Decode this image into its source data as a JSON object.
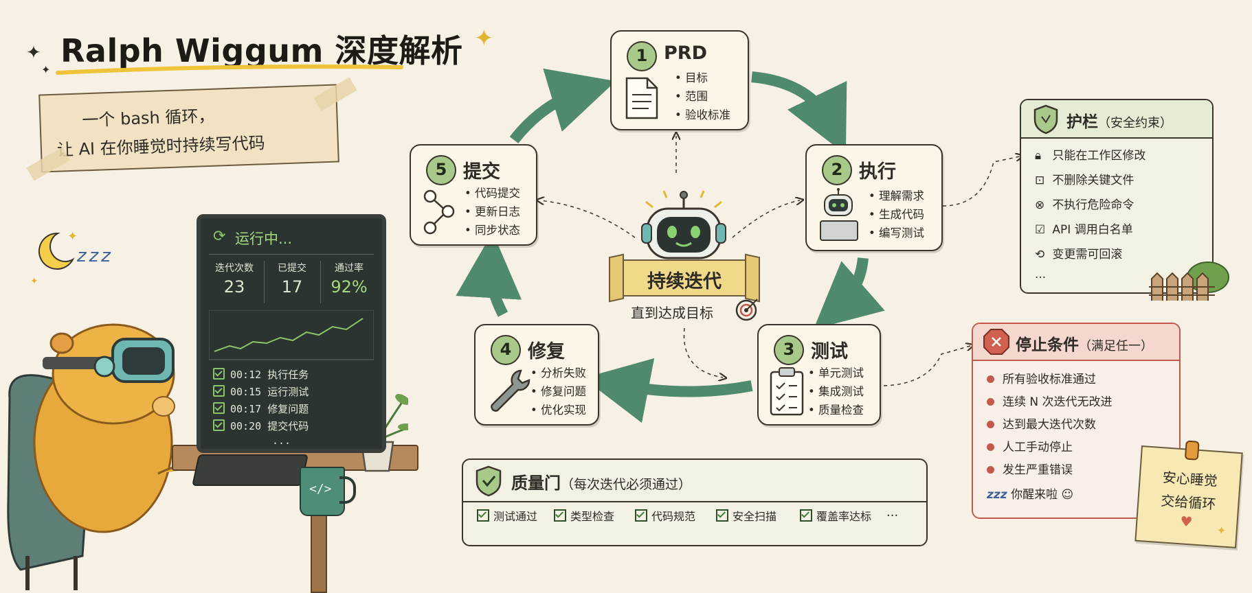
{
  "title": "Ralph Wiggum 深度解析",
  "subtitle_line1": "一个 bash 循环，",
  "subtitle_line2": "让 AI 在你睡觉时持续写代码",
  "sleep_zzz": "zzz",
  "terminal": {
    "status": "运行中...",
    "stats": [
      {
        "label": "迭代次数",
        "value": "23"
      },
      {
        "label": "已提交",
        "value": "17"
      },
      {
        "label": "通过率",
        "value": "92%"
      }
    ],
    "logs": [
      {
        "time": "00:12",
        "text": "执行任务"
      },
      {
        "time": "00:15",
        "text": "运行测试"
      },
      {
        "time": "00:17",
        "text": "修复问题"
      },
      {
        "time": "00:20",
        "text": "提交代码"
      }
    ],
    "more": "..."
  },
  "steps": [
    {
      "num": "1",
      "title": "PRD",
      "items": [
        "目标",
        "范围",
        "验收标准"
      ]
    },
    {
      "num": "2",
      "title": "执行",
      "items": [
        "理解需求",
        "生成代码",
        "编写测试"
      ]
    },
    {
      "num": "3",
      "title": "测试",
      "items": [
        "单元测试",
        "集成测试",
        "质量检查"
      ]
    },
    {
      "num": "4",
      "title": "修复",
      "items": [
        "分析失败",
        "修复问题",
        "优化实现"
      ]
    },
    {
      "num": "5",
      "title": "提交",
      "items": [
        "代码提交",
        "更新日志",
        "同步状态"
      ]
    }
  ],
  "center": {
    "banner": "持续迭代",
    "caption": "直到达成目标"
  },
  "guardrails": {
    "title": "护栏",
    "subtitle": "（安全约束）",
    "items": [
      "只能在工作区修改",
      "不删除关键文件",
      "不执行危险命令",
      "API 调用白名单",
      "变更需可回滚",
      "..."
    ]
  },
  "stop": {
    "title": "停止条件",
    "subtitle": "（满足任一）",
    "items": [
      "所有验收标准通过",
      "连续 N 次迭代无改进",
      "达到最大迭代次数",
      "人工手动停止",
      "发生严重错误"
    ],
    "footer_zzz": "zzz",
    "footer": "你醒来啦"
  },
  "gate": {
    "title": "质量门",
    "subtitle": "（每次迭代必须通过）",
    "items": [
      "测试通过",
      "类型检查",
      "代码规范",
      "安全扫描",
      "覆盖率达标"
    ],
    "more": "..."
  },
  "note": {
    "line1": "安心睡觉",
    "line2": "交给循环"
  },
  "colors": {
    "accent_green": "#a9c98a",
    "arrow_green": "#4f8a6c",
    "stop_red": "#c2594c",
    "paper": "#f6f1e4"
  }
}
